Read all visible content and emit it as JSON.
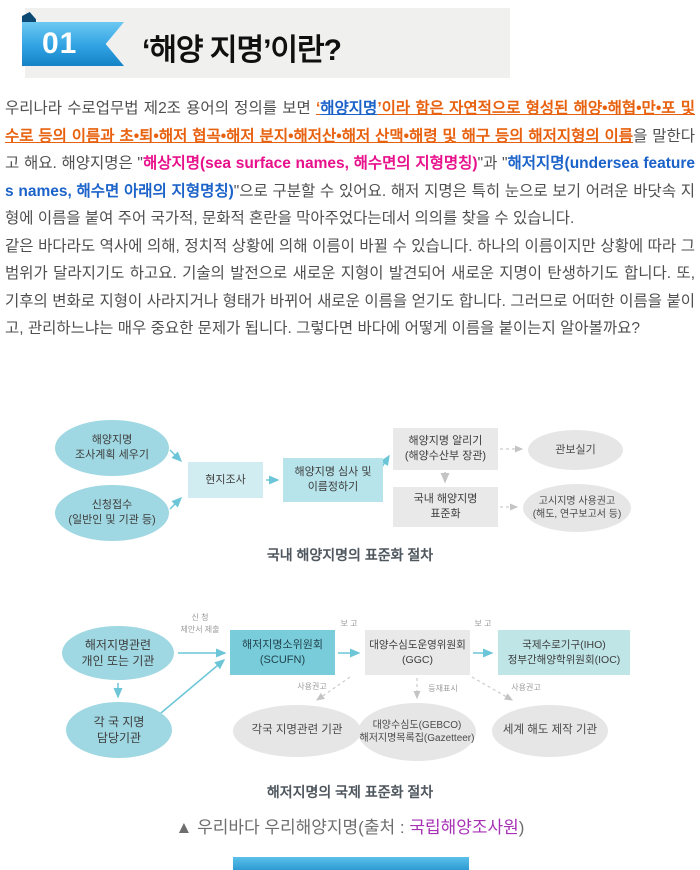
{
  "header": {
    "badge": "01",
    "title": "‘해양 지명’이란?"
  },
  "article": {
    "p1_runs": [
      "우리나라 수로업무법 제2조 용어의 정의를 보면 ",
      "‘",
      "해양지명",
      "’이라 함은 자연적으로 형성된 해양•해협•만•포 및 수로 등의 이름과 초•퇴•해저 협곡•해저 분지•해저산•해저 산맥•해령 및 해구 등의 해저지형의 이름",
      "을 말한다고 해요. 해양지명은 \"",
      "해상지명(sea surface names, 해수면의 지형명칭)",
      "\"과 \"",
      "해저지명(undersea features names, 해수면 아래의 지형명칭)",
      "\"으로 구분할 수 있어요. 해저 지명은 특히 눈으로 보기 어려운 바닷속 지형에 이름을 붙여 주어 국가적, 문화적 혼란을 막아주었다는데서 의의를 찾을 수 있습니다."
    ],
    "p2": "같은 바다라도 역사에 의해, 정치적 상황에 의해 이름이 바뀔 수 있습니다. 하나의 이름이지만 상황에 따라 그 범위가 달라지기도 하고요. 기술의 발전으로 새로운 지형이 발견되어 새로운 지명이 탄생하기도 합니다. 또, 기후의 변화로 지형이 사라지거나 형태가 바뀌어 새로운 이름을 얻기도 합니다. 그러므로 어떠한 이름을 붙이고, 관리하느냐는 매우 중요한 문제가 됩니다. 그렇다면 바다에 어떻게 이름을 붙이는지 알아볼까요?"
  },
  "diagram1": {
    "caption": "국내 해양지명의 표준화 절차",
    "nodes": {
      "plan": "해양지명\n조사계획 세우기",
      "apply": "신청접수\n(일반인 및 기관 등)",
      "survey": "현지조사",
      "review": "해양지명 심사 및\n이름정하기",
      "announce": "해양지명 알리기\n(해양수산부 장관)",
      "gazette": "관보실기",
      "standardize": "국내 해양지명\n표준화",
      "recommend": "고시지명 사용권고\n(해도, 연구보고서 등)"
    }
  },
  "diagram2": {
    "caption": "해저지명의 국제 표준화 절차",
    "nodes": {
      "person": "해저지명관련\n개인 또는 기관",
      "national": "각 국 지명\n담당기관",
      "scufn": "해저지명소위원회\n(SCUFN)",
      "ggc": "대양수심도운영위원회\n(GGC)",
      "iho": "국제수로기구(IHO)\n정부간해양학위원회(IOC)",
      "org": "각국 지명관련 기관",
      "gebco": "대양수심도(GEBCO)\n해저지명목록집(Gazetteer)",
      "chartmaker": "세계 해도 제작 기관"
    },
    "labels": {
      "apply": "신 청\n제안서 제출",
      "report1": "보 고",
      "report2": "보 고",
      "rec1": "사용권고",
      "register": "등재표시",
      "rec2": "사용권고"
    }
  },
  "footer": {
    "caption_prefix": "▲ 우리바다 우리해양지명(출처 : ",
    "source_link": "국립해양조사원",
    "caption_suffix": ")"
  },
  "colors": {
    "accent_orange": "#e8610f",
    "accent_blue": "#1b62c9",
    "accent_magenta": "#e8118c",
    "link_purple": "#a631b5",
    "ribbon_blue": "#2e9fe0",
    "diagram_cyan": "#9fd8e2",
    "diagram_teal": "#79ccd9",
    "diagram_gray": "#e9e9e9"
  }
}
